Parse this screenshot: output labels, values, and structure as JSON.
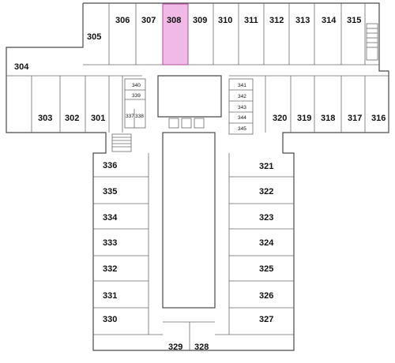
{
  "floorplan": {
    "rooms": [
      {
        "id": "304",
        "label": "304"
      },
      {
        "id": "305",
        "label": "305"
      },
      {
        "id": "306",
        "label": "306"
      },
      {
        "id": "307",
        "label": "307"
      },
      {
        "id": "308",
        "label": "308",
        "highlighted": true
      },
      {
        "id": "309",
        "label": "309"
      },
      {
        "id": "310",
        "label": "310"
      },
      {
        "id": "311",
        "label": "311"
      },
      {
        "id": "312",
        "label": "312"
      },
      {
        "id": "313",
        "label": "313"
      },
      {
        "id": "314",
        "label": "314"
      },
      {
        "id": "315",
        "label": "315"
      },
      {
        "id": "303",
        "label": "303"
      },
      {
        "id": "302",
        "label": "302"
      },
      {
        "id": "301",
        "label": "301"
      },
      {
        "id": "340",
        "label": "340"
      },
      {
        "id": "339",
        "label": "339"
      },
      {
        "id": "337",
        "label": "337"
      },
      {
        "id": "338",
        "label": "338"
      },
      {
        "id": "341",
        "label": "341"
      },
      {
        "id": "342",
        "label": "342"
      },
      {
        "id": "343",
        "label": "343"
      },
      {
        "id": "344",
        "label": "344"
      },
      {
        "id": "345",
        "label": "345"
      },
      {
        "id": "320",
        "label": "320"
      },
      {
        "id": "319",
        "label": "319"
      },
      {
        "id": "318",
        "label": "318"
      },
      {
        "id": "317",
        "label": "317"
      },
      {
        "id": "316",
        "label": "316"
      },
      {
        "id": "336",
        "label": "336"
      },
      {
        "id": "335",
        "label": "335"
      },
      {
        "id": "334",
        "label": "334"
      },
      {
        "id": "333",
        "label": "333"
      },
      {
        "id": "332",
        "label": "332"
      },
      {
        "id": "331",
        "label": "331"
      },
      {
        "id": "330",
        "label": "330"
      },
      {
        "id": "329",
        "label": "329"
      },
      {
        "id": "328",
        "label": "328"
      },
      {
        "id": "321",
        "label": "321"
      },
      {
        "id": "322",
        "label": "322"
      },
      {
        "id": "323",
        "label": "323"
      },
      {
        "id": "324",
        "label": "324"
      },
      {
        "id": "325",
        "label": "325"
      },
      {
        "id": "326",
        "label": "326"
      },
      {
        "id": "327",
        "label": "327"
      }
    ],
    "highlight_color": "#f0b9e6"
  }
}
